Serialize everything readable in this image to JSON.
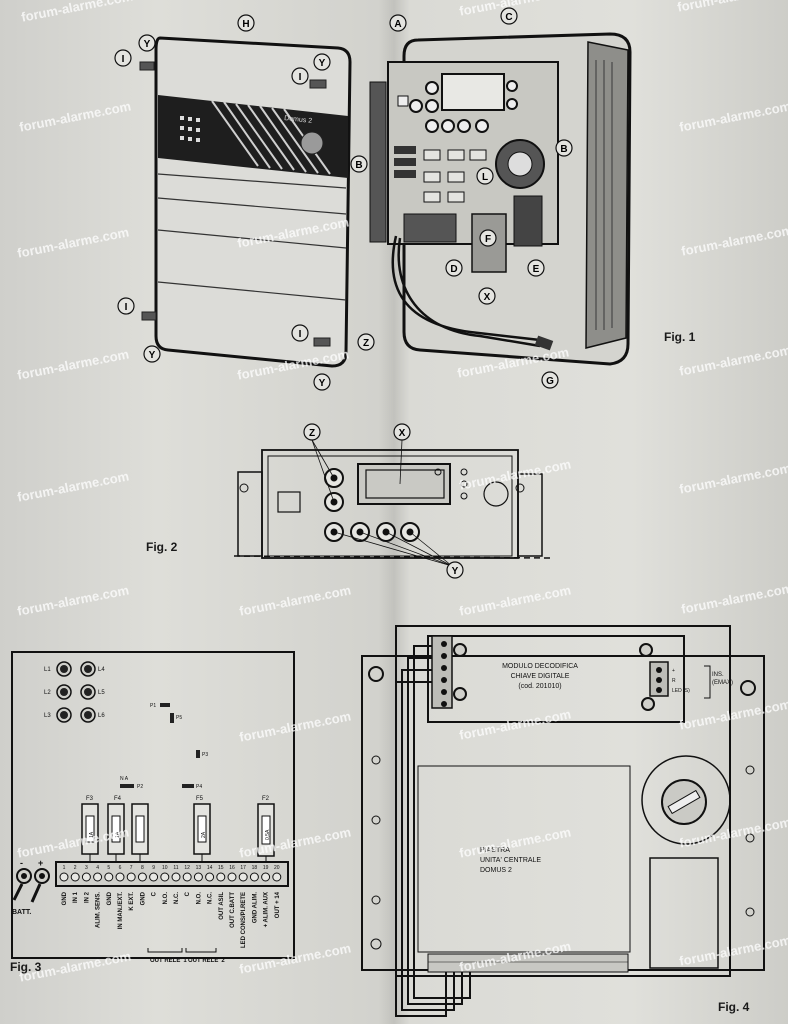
{
  "watermark": "forum-alarme.com",
  "figures": {
    "fig1": {
      "label": "Fig. 1",
      "device_name": "Domus 2",
      "callouts": [
        "H",
        "A",
        "C",
        "B",
        "B",
        "D",
        "E",
        "F",
        "L",
        "X",
        "G",
        "Z",
        "I",
        "Y"
      ]
    },
    "fig2": {
      "label": "Fig. 2",
      "callouts": [
        "Z",
        "X",
        "Y"
      ]
    },
    "fig3": {
      "label": "Fig. 3",
      "leds": [
        "L1",
        "L2",
        "L3",
        "L4",
        "L5",
        "L6"
      ],
      "jumpers": [
        "P1",
        "P5",
        "P3",
        "P2",
        "P4"
      ],
      "jumper_pins": "N A",
      "fuses": [
        "F3",
        "F4",
        "F5",
        "F2"
      ],
      "fuse_ratings": [
        "1A",
        "1A",
        "2A",
        "0,5A"
      ],
      "terminal_numbers": [
        "1",
        "2",
        "3",
        "4",
        "5",
        "6",
        "7",
        "8",
        "9",
        "10",
        "11",
        "12",
        "13",
        "14",
        "15",
        "16",
        "17",
        "18",
        "19",
        "20"
      ],
      "terminal_labels": [
        "GND",
        "IN 1",
        "IN 2",
        "ALIM. SENS.",
        "GND",
        "IN MAN./EXT.",
        "K EXT.",
        "GND",
        "C",
        "N.O.",
        "N.C.",
        "C",
        "N.O.",
        "N.C.",
        "OUT ASIL",
        "OUT C.BATT",
        "LED CONS/PI.RETE",
        "GND ALIM.",
        "+ ALIM. AUX",
        "OUT + 14"
      ],
      "relay_labels": [
        "OUT RELE' 1",
        "OUT RELE' 2"
      ],
      "battery_label": "BATT.",
      "battery_polarity": [
        "-",
        "+"
      ]
    },
    "fig4": {
      "label": "Fig. 4",
      "module_title": [
        "MODULO DECODIFICA",
        "CHIAVE DIGITALE",
        "(cod. 201010)"
      ],
      "inserter_label": [
        "INS.",
        "(EMAX)"
      ],
      "inserter_pins": [
        "+",
        "R",
        "LED (S)"
      ],
      "board_title": [
        "PIASTRA",
        "UNITA' CENTRALE",
        "DOMUS 2"
      ]
    }
  }
}
